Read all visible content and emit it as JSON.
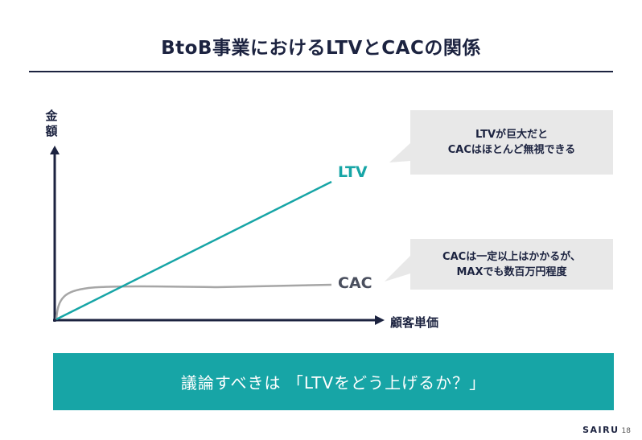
{
  "title": "BtoB事業におけるLTVとCACの関係",
  "chart_data": {
    "type": "line",
    "ylabel": "金額",
    "xlabel": "顧客単価",
    "series": [
      {
        "name": "LTV",
        "shape": "linear-increasing",
        "color": "#17a5a6"
      },
      {
        "name": "CAC",
        "shape": "rises-then-plateaus",
        "color": "#a6a6a6"
      }
    ],
    "grid": false
  },
  "labels": {
    "y_axis_line1": "金",
    "y_axis_line2": "額",
    "x_axis": "顧客単価",
    "ltv": "LTV",
    "cac": "CAC"
  },
  "callouts": {
    "ltv_line1": "LTVが巨大だと",
    "ltv_line2": "CACはほとんど無視できる",
    "cac_line1": "CACは一定以上はかかるが、",
    "cac_line2": "MAXでも数百万円程度"
  },
  "banner": "議論すべきは 「LTVをどう上げるか？」",
  "footer": {
    "brand": "SAIRU",
    "page": "18"
  },
  "colors": {
    "accent": "#17a5a6",
    "navy": "#1c2340",
    "cac_line": "#a6a6a6",
    "callout_bg": "#e8e8e8"
  }
}
